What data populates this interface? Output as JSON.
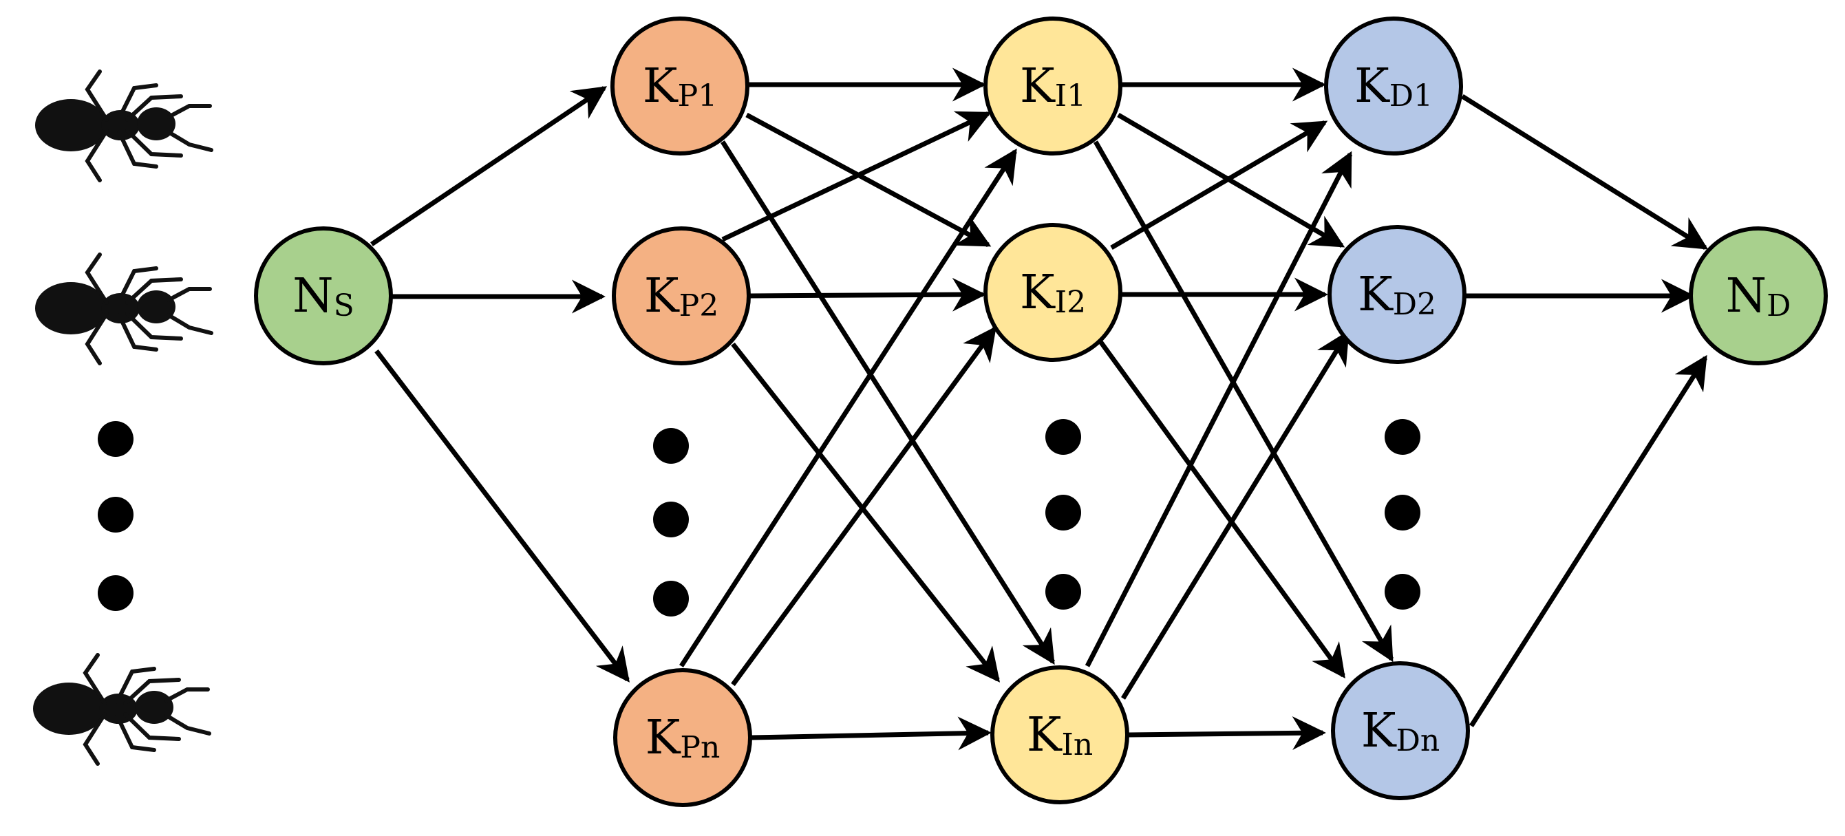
{
  "colors": {
    "source_dest": "#a8d08d",
    "p_layer": "#f4b183",
    "i_layer": "#ffe699",
    "d_layer": "#b4c7e7"
  },
  "icons": [
    "ant-icon"
  ],
  "nodes": {
    "ns": {
      "main": "N",
      "sub": "S"
    },
    "nd": {
      "main": "N",
      "sub": "D"
    },
    "kp1": {
      "main": "K",
      "sub": "P1"
    },
    "kp2": {
      "main": "K",
      "sub": "P2"
    },
    "kpn": {
      "main": "K",
      "sub": "Pn"
    },
    "ki1": {
      "main": "K",
      "sub": "I1"
    },
    "ki2": {
      "main": "K",
      "sub": "I2"
    },
    "kin": {
      "main": "K",
      "sub": "In"
    },
    "kd1": {
      "main": "K",
      "sub": "D1"
    },
    "kd2": {
      "main": "K",
      "sub": "D2"
    },
    "kdn": {
      "main": "K",
      "sub": "Dn"
    }
  }
}
